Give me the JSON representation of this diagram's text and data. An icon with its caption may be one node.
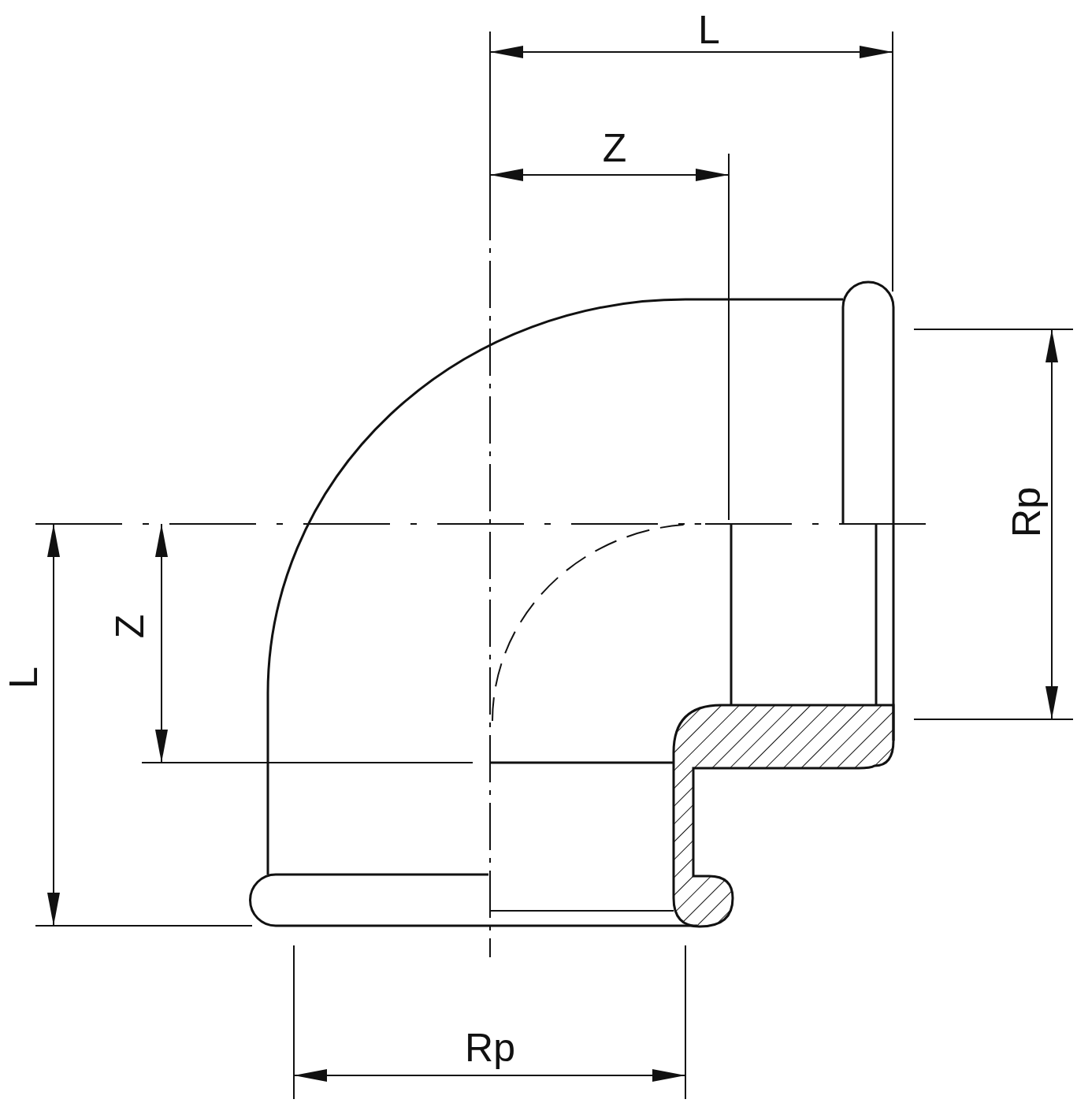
{
  "diagram": {
    "labels": [
      "L",
      "Z",
      "Rp",
      "Z",
      "L",
      "Rp"
    ]
  }
}
